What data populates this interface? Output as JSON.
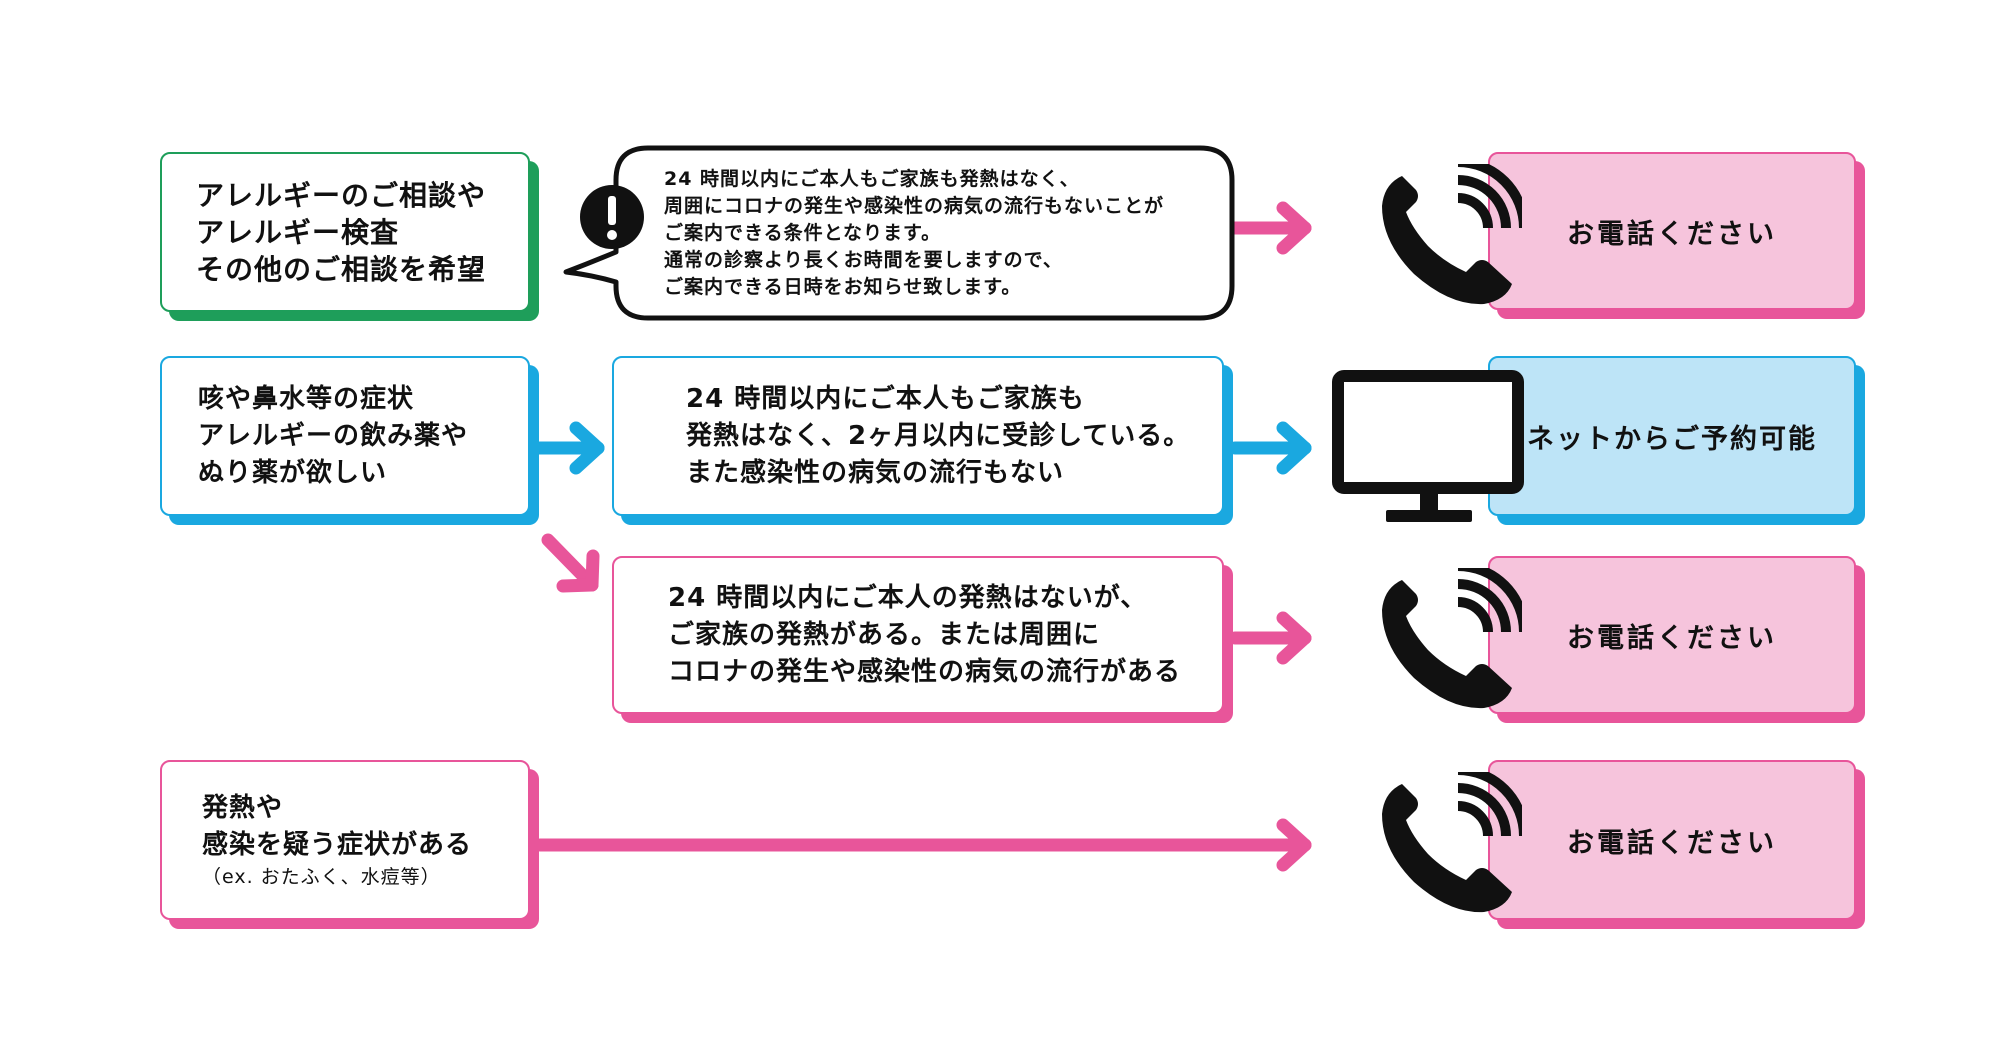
{
  "colors": {
    "green": "#1e9e5a",
    "blue": "#1aa8e0",
    "pink": "#e8559a",
    "pink_fill": "#f6c4dc",
    "blue_fill": "#bde4f7"
  },
  "row1": {
    "condition": [
      "アレルギーのご相談や",
      "アレルギー検査",
      "その他のご相談を希望"
    ],
    "bubble": [
      "24 時間以内にご本人もご家族も発熱はなく、",
      "周囲にコロナの発生や感染性の病気の流行もないことが",
      "ご案内できる条件となります。",
      "通常の診察より長くお時間を要しますので、",
      "ご案内できる日時をお知らせ致します。"
    ],
    "bubble_icon": "exclamation-icon",
    "dest_icon": "phone-icon",
    "dest": "お電話ください"
  },
  "row2": {
    "condition": [
      "咳や鼻水等の症状",
      "アレルギーの飲み薬や",
      "ぬり薬が欲しい"
    ],
    "middle": [
      "24 時間以内にご本人もご家族も",
      "発熱はなく、2ヶ月以内に受診している。",
      "また感染性の病気の流行もない"
    ],
    "dest_icon": "monitor-icon",
    "dest": "ネットからご予約可能"
  },
  "row3": {
    "middle": [
      "24 時間以内にご本人の発熱はないが、",
      "ご家族の発熱がある。または周囲に",
      "コロナの発生や感染性の病気の流行がある"
    ],
    "dest_icon": "phone-icon",
    "dest": "お電話ください"
  },
  "row4": {
    "condition": [
      "発熱や",
      "感染を疑う症状がある"
    ],
    "condition_note": "（ex. おたふく、水痘等）",
    "dest_icon": "phone-icon",
    "dest": "お電話ください"
  }
}
